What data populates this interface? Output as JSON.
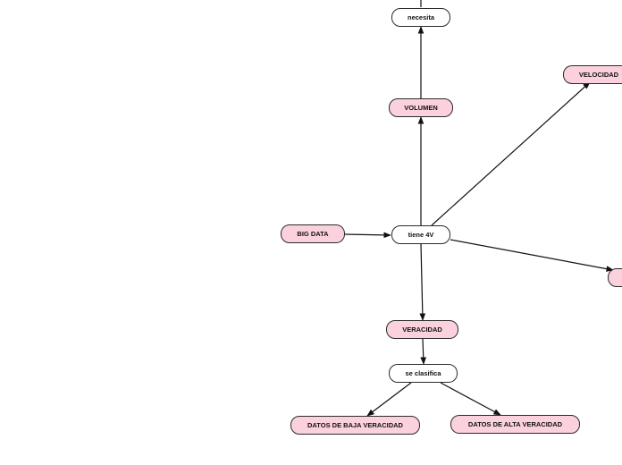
{
  "map": {
    "colors": {
      "concept_fill": "#fbd1dd",
      "linker_fill": "#ffffff",
      "stroke": "#2b2b2b",
      "edge": "#111111"
    },
    "nodes": {
      "big_data": "BIG DATA",
      "tiene_4v": "tiene 4V",
      "volumen": "VOLUMEN",
      "necesita": "necesita",
      "velocidad": "VELOCIDAD",
      "variedad": "",
      "veracidad": "VERACIDAD",
      "se_clasifica": "se clasifica",
      "datos_baja": "DATOS DE BAJA VERACIDAD",
      "datos_alta": "DATOS DE ALTA VERACIDAD"
    }
  }
}
